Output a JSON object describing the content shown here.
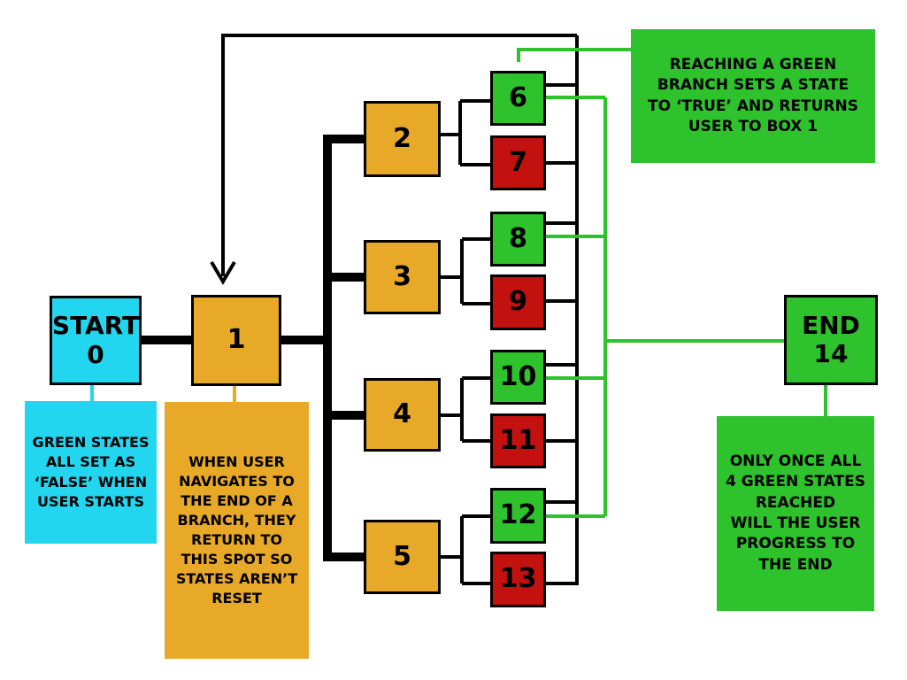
{
  "nodes": {
    "start": {
      "lines": [
        "START",
        "0"
      ],
      "color": "#22d6f0"
    },
    "n1": {
      "label": "1",
      "color": "#e8a928"
    },
    "n2": {
      "label": "2",
      "color": "#e8a928"
    },
    "n3": {
      "label": "3",
      "color": "#e8a928"
    },
    "n4": {
      "label": "4",
      "color": "#e8a928"
    },
    "n5": {
      "label": "5",
      "color": "#e8a928"
    },
    "n6": {
      "label": "6",
      "color": "#2ec22c"
    },
    "n7": {
      "label": "7",
      "color": "#c3110f"
    },
    "n8": {
      "label": "8",
      "color": "#2ec22c"
    },
    "n9": {
      "label": "9",
      "color": "#c3110f"
    },
    "n10": {
      "label": "10",
      "color": "#2ec22c"
    },
    "n11": {
      "label": "11",
      "color": "#c3110f"
    },
    "n12": {
      "label": "12",
      "color": "#2ec22c"
    },
    "n13": {
      "label": "13",
      "color": "#c3110f"
    },
    "end": {
      "lines": [
        "END",
        "14"
      ],
      "color": "#2ec22c"
    }
  },
  "notes": {
    "start_note": {
      "lines": [
        "GREEN STATES",
        "ALL SET AS",
        "‘FALSE’ WHEN",
        "USER STARTS"
      ]
    },
    "box1_note": {
      "lines": [
        "WHEN USER",
        "NAVIGATES TO",
        "THE END OF A",
        "BRANCH, THEY",
        "RETURN TO",
        "THIS SPOT SO",
        "STATES AREN’T",
        "RESET"
      ]
    },
    "green_note": {
      "lines": [
        "REACHING A GREEN",
        "BRANCH SETS A STATE",
        "TO ‘TRUE’ AND RETURNS",
        "USER TO BOX 1"
      ]
    },
    "end_note": {
      "lines": [
        "ONLY ONCE ALL",
        "4 GREEN STATES",
        "REACHED",
        "WILL THE USER",
        "PROGRESS TO",
        "THE END"
      ]
    }
  },
  "colors": {
    "line": "#000000",
    "green_line": "#2ec22c",
    "orange": "#e8a928",
    "green": "#2ec22c",
    "red": "#c3110f",
    "cyan": "#22d6f0"
  }
}
